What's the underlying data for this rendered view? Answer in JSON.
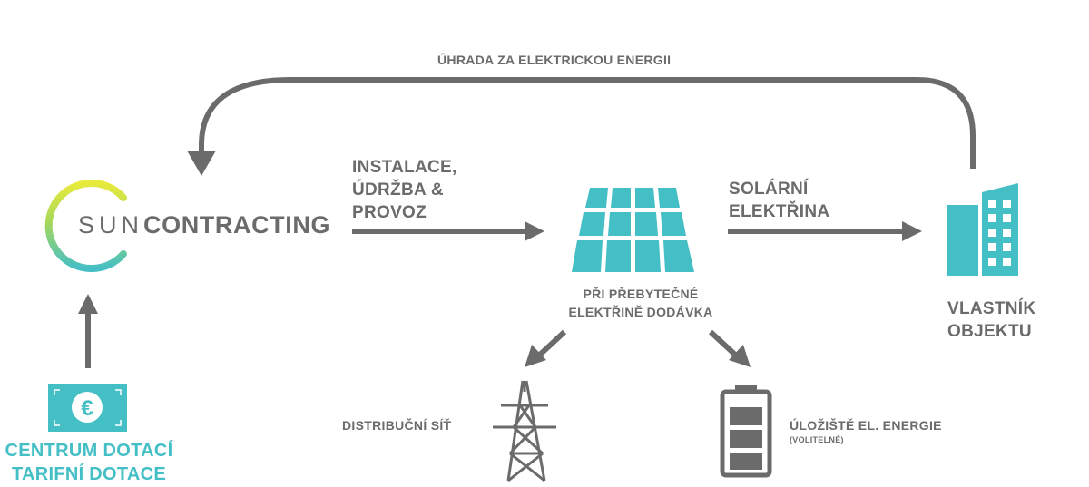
{
  "logo": {
    "part1": "SUN",
    "part2": "CONTRACTING"
  },
  "labels": {
    "payment": "ÚHRADA ZA ELEKTRICKOU ENERGII",
    "installation": "INSTALACE,\nÚDRŽBA &\nPROVOZ",
    "solar": "SOLÁRNÍ\nELEKTŘINA",
    "surplus": "PŘI PŘEBYTEČNÉ\nELEKTŘINĚ DODÁVKA",
    "owner": "VLASTNÍK\nOBJEKTU",
    "grid": "DISTRIBUČNÍ SÍŤ",
    "storage": "ÚLOŽIŠTĚ EL. ENERGIE",
    "storage_note": "(VOLITELNÉ)",
    "subsidy_line1": "CENTRUM DOTACÍ",
    "subsidy_line2": "TARIFNÍ DOTACE",
    "euro_symbol": "€"
  },
  "colors": {
    "arrow": "#6b6b6b",
    "teal": "#45bfc6",
    "text": "#6b6b6b",
    "logo_green": "#d4e23a"
  },
  "icons": [
    "sun-contracting-logo-ring",
    "solar-panel-icon",
    "building-icon",
    "power-pylon-icon",
    "battery-icon",
    "euro-banknote-icon"
  ]
}
